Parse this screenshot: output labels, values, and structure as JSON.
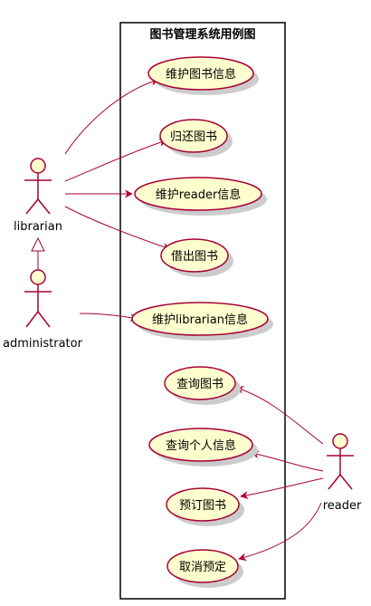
{
  "system": {
    "title": "图书管理系统用例图"
  },
  "colors": {
    "fill": "#FEFECE",
    "stroke": "#A80036",
    "shadow": "#cccccc",
    "boundary": "#000000"
  },
  "actors": {
    "librarian": "librarian",
    "administrator": "administrator",
    "reader": "reader"
  },
  "use_cases": {
    "maintain_book_info": "维护图书信息",
    "return_book": "归还图书",
    "maintain_reader_info": "维护reader信息",
    "lend_book": "借出图书",
    "maintain_librarian_info": "维护librarian信息",
    "query_book": "查询图书",
    "query_personal_info": "查询个人信息",
    "reserve_book": "预订图书",
    "cancel_reservation": "取消预定"
  }
}
